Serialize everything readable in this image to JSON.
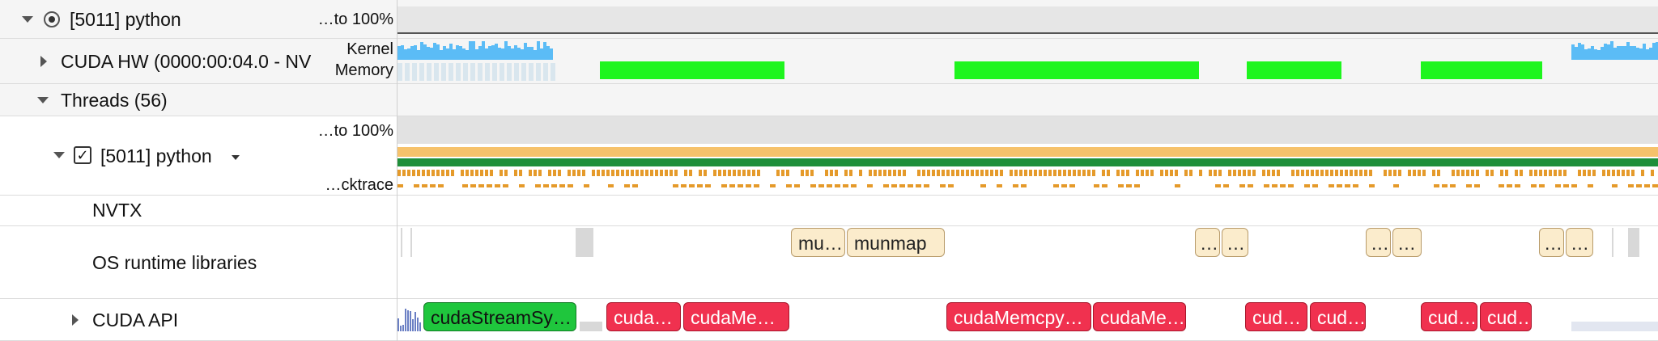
{
  "tree": {
    "process_label": "[5011] python",
    "cuda_hw_label": "CUDA HW (0000:00:04.0 - NV",
    "threads_label": "Threads (56)",
    "thread_label": "[5011] python",
    "nvtx_label": "NVTX",
    "os_runtime_label": "OS runtime libraries",
    "cuda_api_label": "CUDA API"
  },
  "row_labels": {
    "process_cpu": "…to 100%",
    "kernel": "Kernel",
    "memory": "Memory",
    "thread_cpu": "…to 100%",
    "backtrace": "…cktrace"
  },
  "os_runtime_calls": [
    "mu…",
    "munmap",
    "…",
    "…",
    "…",
    "…",
    "…",
    "…"
  ],
  "cuda_api_calls": [
    "cudaStreamSy…",
    "cuda…",
    "cudaMe…",
    "cudaMemcpy…",
    "cudaMe…",
    "cud…",
    "cud…",
    "cud…",
    "cud…"
  ],
  "colors": {
    "memory_green": "#1ef51e",
    "kernel_blue": "#5bbcf6",
    "cpu_dark": "#1a1a1a",
    "cpu_grey": "#e2e2e2",
    "thread_state_orange": "#f6c26b",
    "thread_state_green": "#1f8f3a",
    "cuda_api_red": "#f0314f",
    "cuda_api_green": "#1fc63d",
    "os_runtime_fill": "#fbeccc"
  }
}
